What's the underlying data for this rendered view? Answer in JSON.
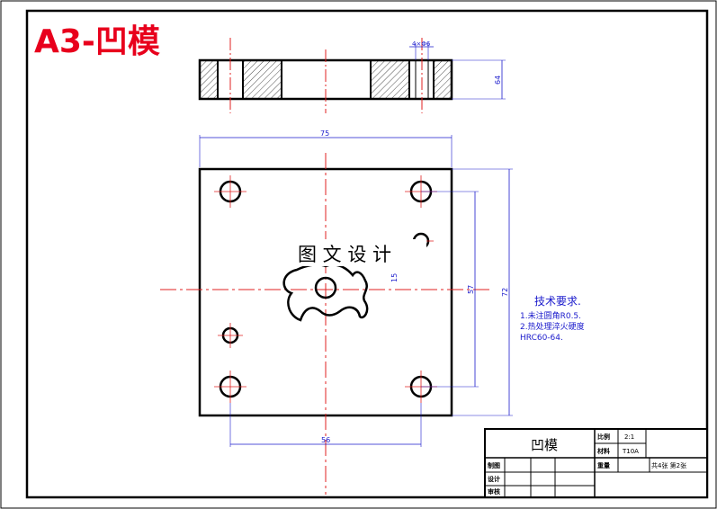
{
  "drawing": {
    "title": "A3-凹模",
    "watermark": "图 文 设 计",
    "side_view": {
      "hole_spec": "4×Φ6",
      "thickness": "64"
    },
    "top_view": {
      "width_dim": "75",
      "height_dim": "72",
      "hole_spacing_vertical": "57",
      "hole_spacing_horizontal": "56",
      "small_dim": "15"
    },
    "tech_requirements": {
      "heading": "技术要求.",
      "line1": "1.未注圆角R0.5.",
      "line2": "2.热处理淬火硬度",
      "line3": "HRC60-64."
    },
    "title_block": {
      "part_name": "凹模",
      "scale_label": "比例",
      "scale_value": "2:1",
      "material_label": "材料",
      "material_value": "T10A",
      "weight_label": "重量",
      "sheet_info": "共4张 第2张",
      "drawn_label": "制图",
      "designed_label": "设计",
      "checked_label": "审核"
    }
  },
  "colors": {
    "title_red": "#e8001c",
    "dim_blue": "#1a1acc",
    "center_red": "#e02020",
    "outline": "#000000"
  }
}
